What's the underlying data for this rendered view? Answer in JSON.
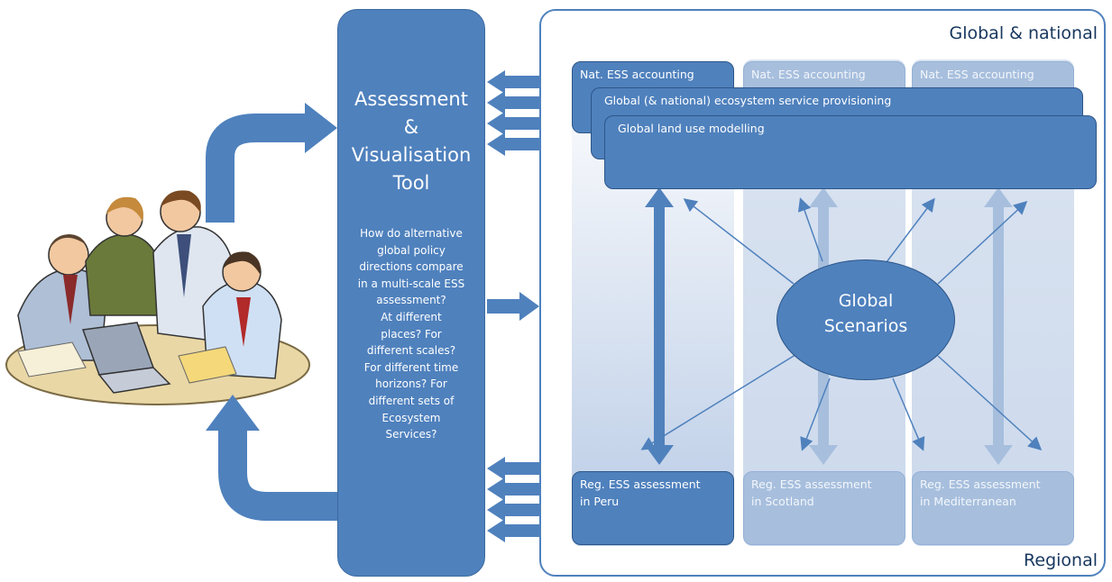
{
  "tool": {
    "title_lines": [
      "Assessment",
      "&",
      "Visualisation",
      "Tool"
    ],
    "question_lines": [
      "How do alternative",
      "global policy",
      "directions compare",
      "in a multi-scale  ESS",
      "assessment?",
      "At different",
      "places? For",
      "different scales?",
      "For different time",
      "horizons? For",
      "different sets of",
      "Ecosystem",
      "Services?"
    ]
  },
  "panel": {
    "top_label": "Global & national",
    "bottom_label": "Regional"
  },
  "boxes": {
    "nat": [
      "Nat. ESS accounting",
      "Nat. ESS accounting",
      "Nat. ESS accounting"
    ],
    "global_provisioning": "Global (& national) ecosystem service provisioning",
    "global_land_use": "Global land use modelling",
    "regional": [
      {
        "line1": "Reg. ESS assessment",
        "line2": "in Peru"
      },
      {
        "line1": "Reg. ESS assessment",
        "line2": "in Scotland"
      },
      {
        "line1": "Reg. ESS assessment",
        "line2": "in Mediterranean"
      }
    ]
  },
  "scenarios": {
    "line1": "Global",
    "line2": "Scenarios"
  },
  "colors": {
    "primary": "#4f81bd",
    "primary_dark": "#2c5688",
    "faded": "#a7bfdd",
    "label": "#17375e"
  },
  "illustration": {
    "subject": "people-at-laptop-clipart"
  }
}
